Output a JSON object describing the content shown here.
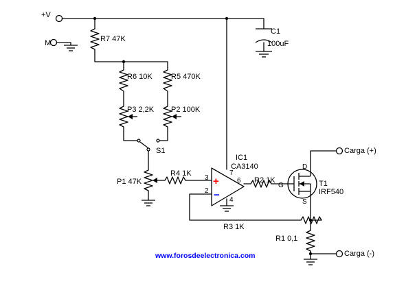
{
  "labels": {
    "supply": "+V",
    "mass": "M",
    "r7": "R7 47K",
    "c1_ref": "C1",
    "c1_val": "100uF",
    "r6": "R6 10K",
    "r5": "R5 470K",
    "p3": "P3 2,2K",
    "p2": "P2 100K",
    "s1": "S1",
    "ic1_ref": "IC1",
    "ic1_part": "CA3140",
    "p1": "P1 47K",
    "r4": "R4 1K",
    "r2": "R2 1K",
    "r3": "R3 1K",
    "r1": "R1 0,1",
    "t1_ref": "T1",
    "t1_part": "IRF540",
    "load_pos": "Carga (+)",
    "load_neg": "Carga (-)",
    "pin_7": "7",
    "pin_3": "3",
    "pin_2": "2",
    "pin_6": "6",
    "pin_4": "4",
    "plus": "+",
    "minus": "−",
    "gate": "G",
    "drain": "D",
    "source": "S"
  },
  "footer": {
    "website": "www.forosdeelectronica.com"
  },
  "colors": {
    "wire": "#000000",
    "plus_sign": "#ff0000",
    "minus_sign": "#0000ff",
    "url": "#0000ff"
  }
}
